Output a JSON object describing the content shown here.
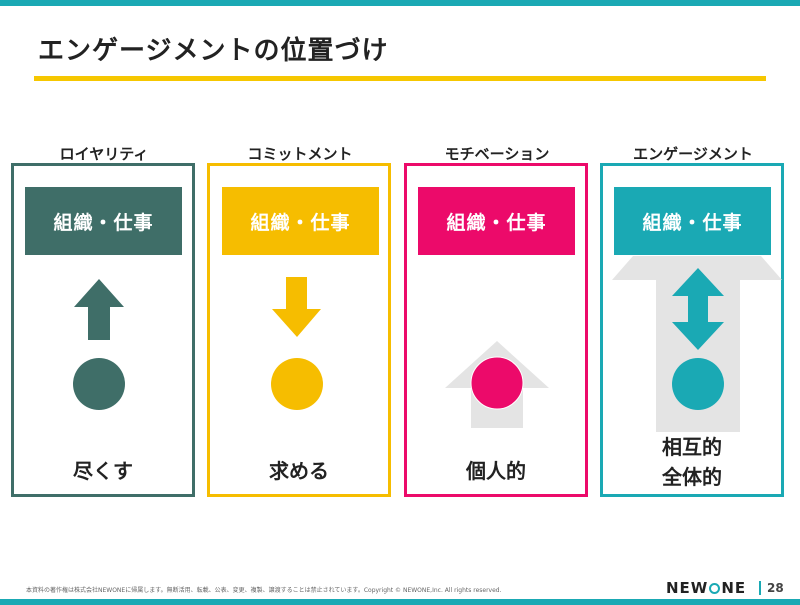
{
  "slide": {
    "title": "エンゲージメントの位置づけ",
    "footer_note": "本資料の著作権は株式会社NEWONEに帰属します。無断活用、転載、公表、変更、複製、譲渡することは禁止されています。Copyright © NEWONE,Inc. All rights reserved.",
    "logo_text_1": "NEW",
    "logo_text_2": "NE",
    "page_number": "28"
  },
  "columns": [
    {
      "label": "ロイヤリティ",
      "box": "組織・仕事",
      "caption": "尽くす",
      "color": "#3f6e68"
    },
    {
      "label": "コミットメント",
      "box": "組織・仕事",
      "caption": "求める",
      "color": "#f6bd00"
    },
    {
      "label": "モチベーション",
      "box": "組織・仕事",
      "caption": "個人的",
      "color": "#ec0a6a"
    },
    {
      "label": "エンゲージメント",
      "box": "組織・仕事",
      "caption_line1": "相互的",
      "caption_line2": "全体的",
      "color": "#1aa9b4"
    }
  ]
}
